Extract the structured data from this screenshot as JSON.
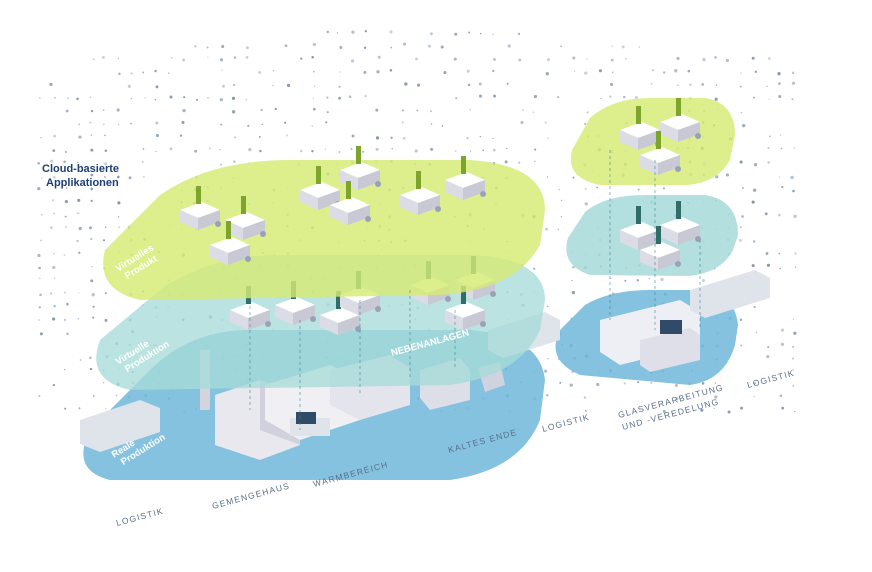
{
  "title": {
    "line1": "Cloud-basierte",
    "line2": "Applikationen"
  },
  "layers": {
    "virtual_product": {
      "line1": "Virtuelles",
      "line2": "Produkt"
    },
    "virtual_production": {
      "line1": "Virtuelle",
      "line2": "Produktion"
    },
    "real_production": {
      "line1": "Reale",
      "line2": "Produktion"
    }
  },
  "secondary_label": "NEBENANLAGEN",
  "areas": {
    "logistik_left": "LOGISTIK",
    "gemengehaus": "GEMENGEHAUS",
    "warmbereich": "WARMBEREICH",
    "kaltes_ende": "KALTES ENDE",
    "logistik_mid": "LOGISTIK",
    "glasverarbeitung_1": "GLASVERARBEITUNG",
    "glasverarbeitung_2": "UND -VEREDELUNG",
    "logistik_right": "LOGISTIK"
  },
  "colors": {
    "title": "#1d3f73",
    "layer_product": "#d6ea74",
    "layer_production": "#a6dbd8",
    "layer_real": "#6fb7d9",
    "area_text": "#5b6f8a",
    "dots": "#2d4f74"
  }
}
